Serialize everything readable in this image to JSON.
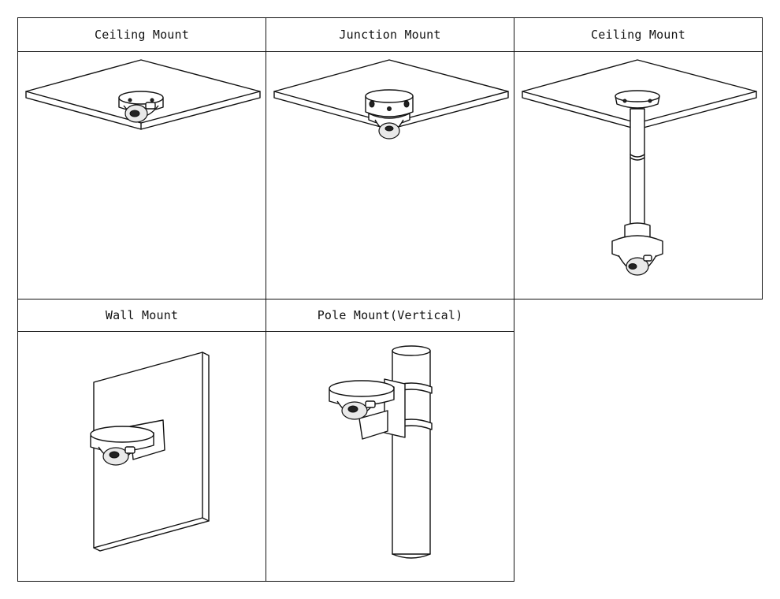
{
  "mounts": [
    {
      "title": "Ceiling Mount",
      "illustration": "ceiling-plate-dome-camera"
    },
    {
      "title": "Junction Mount",
      "illustration": "ceiling-plate-junction-box-camera"
    },
    {
      "title": "Ceiling Mount",
      "illustration": "ceiling-pendant-pole-camera"
    },
    {
      "title": "Wall Mount",
      "illustration": "wall-bracket-camera"
    },
    {
      "title": "Pole Mount(Vertical)",
      "illustration": "pole-bracket-camera"
    }
  ]
}
